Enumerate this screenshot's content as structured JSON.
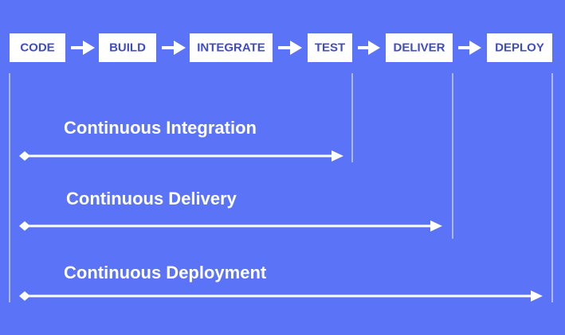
{
  "colors": {
    "background": "#5b73f7",
    "box_fill": "#ffffff",
    "box_text": "#3f4cc4",
    "line": "#ffffff",
    "label": "#ffffff"
  },
  "pipeline": {
    "stages": [
      {
        "label": "CODE"
      },
      {
        "label": "BUILD"
      },
      {
        "label": "INTEGRATE"
      },
      {
        "label": "TEST"
      },
      {
        "label": "DELIVER"
      },
      {
        "label": "DEPLOY"
      }
    ],
    "connector_icon": "right-arrow-icon"
  },
  "bands": [
    {
      "label": "Continuous Integration",
      "ends_after_stage": 3
    },
    {
      "label": "Continuous Delivery",
      "ends_after_stage": 4
    },
    {
      "label": "Continuous Deployment",
      "ends_after_stage": 5
    }
  ]
}
